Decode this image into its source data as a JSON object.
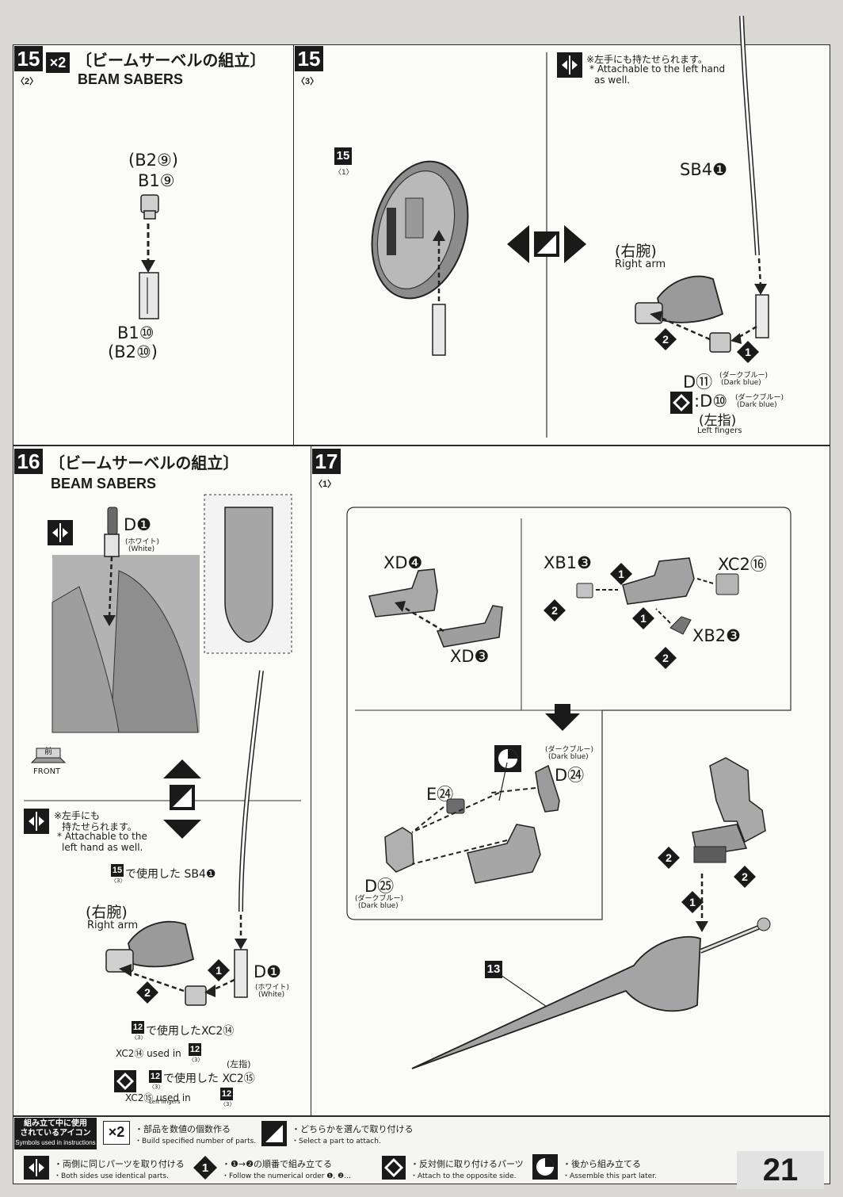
{
  "step15_2": {
    "number": "15",
    "sub": "〈2〉",
    "multiplier": "×2",
    "title_jp": "〔ビームサーベルの組立〕",
    "title_en": "BEAM SABERS",
    "part_top_alt": "(B2⑨)",
    "part_top": "B1⑨",
    "part_bottom": "B1⑩",
    "part_bottom_alt": "(B2⑩)"
  },
  "step15_3": {
    "number": "15",
    "sub": "〈3〉",
    "ref_number": "15",
    "ref_sub": "〈1〉",
    "note_jp": "※左手にも持たせられます。",
    "note_en_1": "* Attachable to the left hand",
    "note_en_2": "as well.",
    "part_sb4": "SB4❶",
    "right_arm_jp": "(右腕)",
    "right_arm_en": "Right arm",
    "order_1": "1",
    "order_2": "2",
    "part_d11": "D⑪",
    "d11_color_jp": "(ダークブルー)",
    "d11_color_en": "(Dark blue)",
    "part_d10": ":D⑩",
    "d10_color_jp": "(ダークブルー)",
    "d10_color_en": "(Dark blue)",
    "left_fingers_jp": "(左指)",
    "left_fingers_en": "Left fingers"
  },
  "step16": {
    "number": "16",
    "title_jp": "〔ビームサーベルの組立〕",
    "title_en": "BEAM SABERS",
    "part_d1": "D❶",
    "d1_color_jp": "(ホワイト)",
    "d1_color_en": "(White)",
    "front_jp": "前",
    "front_en": "FRONT",
    "note_jp_1": "※左手にも",
    "note_jp_2": "持たせられます。",
    "note_en_1": "* Attachable to the",
    "note_en_2": "left hand as well.",
    "used_sb4_ref": "15",
    "used_sb4_sub": "〈3〉",
    "used_sb4": "で使用した SB4❶",
    "right_arm_jp": "(右腕)",
    "right_arm_en": "Right arm",
    "part_d1b": "D❶",
    "d1b_color_jp": "(ホワイト)",
    "d1b_color_en": "(White)",
    "order_1": "1",
    "order_2": "2",
    "used_xc2_ref": "12",
    "used_xc2_sub": "〈3〉",
    "used_xc2": "で使用したXC2⑭",
    "used_xc2_en": "XC2⑭ used in",
    "used_xc2_en_ref": "12",
    "used_xc2_en_sub": "〈3〉",
    "left_fingers_jp": "(左指)",
    "used_xc2b_ref": "12",
    "used_xc2b_sub": "〈3〉",
    "used_xc2b": "で使用した XC2⑮",
    "used_xc2b_en": "XC2⑮ used in",
    "used_xc2b_en_ref": "12",
    "used_xc2b_en_sub": "〈3〉",
    "left_fingers_en": "Left fingers"
  },
  "step17": {
    "number": "17",
    "sub": "〈1〉",
    "xd4": "XD❹",
    "xd3": "XD❸",
    "xb13": "XB1❸",
    "xc216": "XC2⑯",
    "xb23": "XB2❸",
    "order_1": "1",
    "order_2": "2",
    "d24": "D㉔",
    "d24_color_jp": "(ダークブルー)",
    "d24_color_en": "(Dark blue)",
    "e24": "E㉔",
    "d25": "D㉕",
    "d25_color_jp": "(ダークブルー)",
    "d25_color_en": "(Dark blue)",
    "ref13": "13"
  },
  "legend": {
    "heading_jp_1": "組み立て中に使用",
    "heading_jp_2": "されているアイコン",
    "heading_en": "Symbols used in instructions",
    "x2_icon": "×2",
    "x2_jp": "・部品を数値の個数作る",
    "x2_en": "・Build specified number of parts.",
    "select_jp": "・どちらかを選んで取り付ける",
    "select_en": "・Select a part to attach.",
    "both_jp": "・両側に同じパーツを取り付ける",
    "both_en": "・Both sides use identical parts.",
    "order_icon": "1",
    "order_jp": "・❶→❷の順番で組み立てる",
    "order_en": "・Follow the numerical order ❶, ❷...",
    "opposite_jp": "・反対側に取り付けるパーツ",
    "opposite_en": "・Attach to the opposite side.",
    "later_jp": "・後から組み立てる",
    "later_en": "・Assemble this part later."
  },
  "page_number": "21"
}
